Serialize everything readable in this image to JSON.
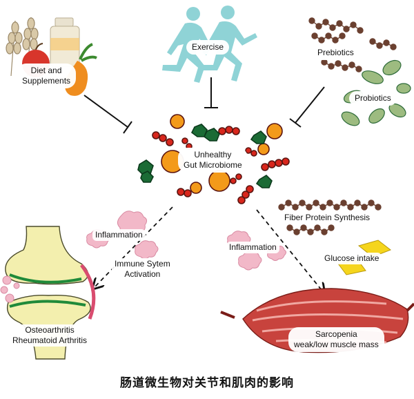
{
  "nodes": {
    "diet": "Diet and\nSupplements",
    "exercise": "Exercise",
    "prebiotics": "Prebiotics",
    "probiotics": "Probiotics",
    "gut": "Unhealthy\nGut Microbiome",
    "inflammation_left": "Inflammation",
    "immune": "Immune Sytem\nActivation",
    "inflammation_right": "Inflammation",
    "fiber": "Fiber Protein Synthesis",
    "glucose": "Glucose intake",
    "joint_disease": "Osteoarthritis\nRheumatoid Arthritis",
    "sarcopenia": "Sarcopenia\nweak/low muscle mass"
  },
  "caption": "肠道微生物对关节和肌肉的影响",
  "colors": {
    "accent_teal": "#8fd3d6",
    "bacteria_red": "#d8261c",
    "bacteria_orange": "#f39a1a",
    "bacteria_green": "#1b6b35",
    "probiotic_green": "#9dbb80",
    "prebiotic_brown": "#6b4030",
    "inflammation_pink": "#f2b8c8",
    "bone_yellow": "#f3efae",
    "muscle_red": "#c8433d"
  }
}
